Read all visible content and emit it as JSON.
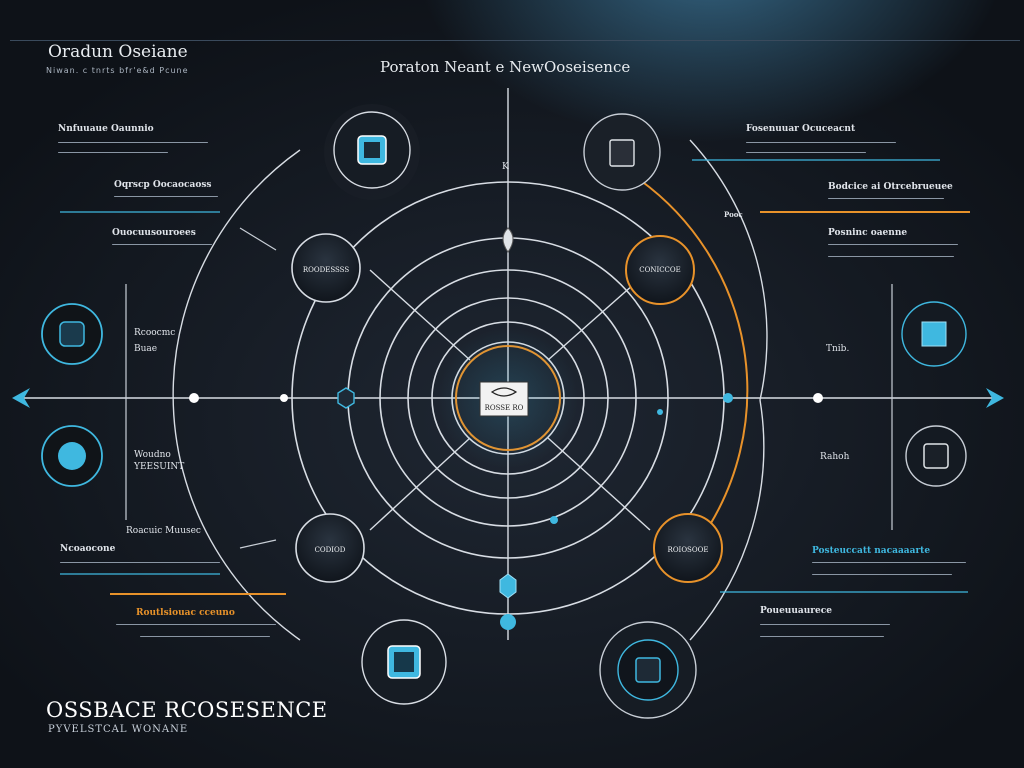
{
  "header": {
    "title": "Oradun Oseiane",
    "subtitle": "Niwan. c tnrts bfr'e&d Pcune",
    "diagram_title": "Poraton Neant e NewOoseisence"
  },
  "footer": {
    "brand": "OSSBACE RCOSESENCE",
    "brand_sub": "PYVELSTCAL WONANE"
  },
  "center": {
    "label": "ROSSE RO"
  },
  "nodes": {
    "upper_left": "ROODESSSS",
    "upper_right": "CONICCOE",
    "lower_left": "CODIOD",
    "lower_right": "ROIOSOOE"
  },
  "left_labels": {
    "upper": [
      "Rcoocmc",
      "Buae"
    ],
    "middle": [
      "Woudno",
      "YEESUINT"
    ],
    "lower": "Roacuic Muusec",
    "top_marker": "K"
  },
  "right_labels": {
    "upper": "Tnib.",
    "lower": "Rahoh"
  },
  "blocks": {
    "tl1_heading": "Nnfuuaue Oaunnio",
    "tl2_heading": "Oqrscp Oocaocaoss",
    "tl3_heading": "Ouocuusouroees",
    "ml_heading": "Ncoaocone",
    "ml2_heading": "Routlsiouac cceuno",
    "tr1_heading": "Fosenuuar Ocuceacnt",
    "tr2_heading": "Bodcice ai Otrcebrueuee",
    "tr3_heading": "Posninc oaenne",
    "mr_heading": "Posteuccatt nacaaaarte",
    "mr2_heading": "Poueuuaurece",
    "tr_small": "Pooc"
  },
  "colors": {
    "accent_cyan": "#3fb8e0",
    "accent_orange": "#e8922a",
    "line": "#d8dde4",
    "background": "#141a22"
  },
  "icons": {
    "top_left_node": "document-panel-icon",
    "top_right_node": "clipboard-icon",
    "left_upper_node": "square-device-icon",
    "left_lower_node": "globe-icon",
    "right_upper_node": "cube-icon",
    "right_lower_node": "grid-panel-icon",
    "bottom_left_node": "screen-icon",
    "bottom_right_node": "monitor-icon",
    "center": "eye-icon"
  }
}
